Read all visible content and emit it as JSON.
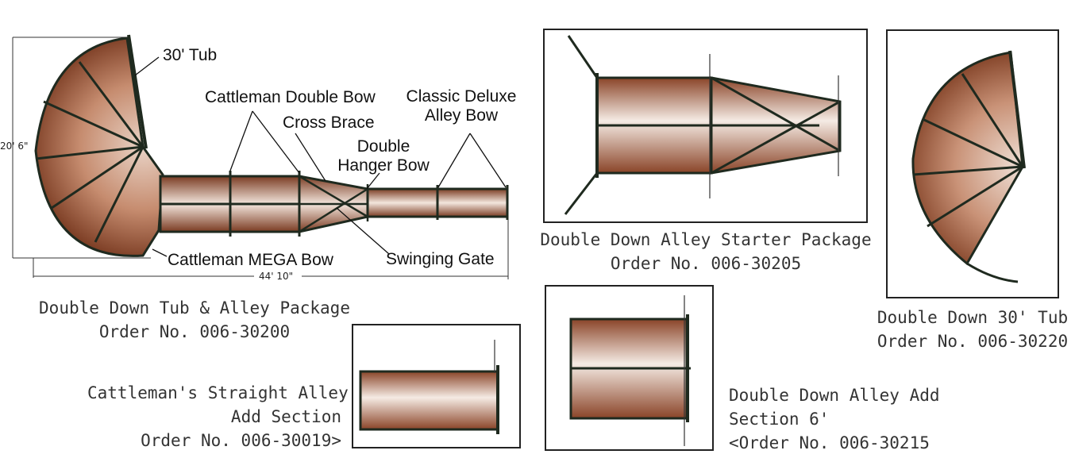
{
  "colors": {
    "frame": "#1f2a1f",
    "shade_dark": "#7a3b22",
    "shade_light": "#f3e6dd",
    "box_border": "#222222"
  },
  "main_diagram": {
    "dim_height": "20' 6\"",
    "dim_length": "44' 10\"",
    "callouts": {
      "tub": "30' Tub",
      "double_bow": "Cattleman Double Bow",
      "cross_brace": "Cross Brace",
      "hanger_bow_1": "Double",
      "hanger_bow_2": "Hanger Bow",
      "alley_bow_1": "Classic Deluxe",
      "alley_bow_2": "Alley Bow",
      "mega_bow": "Cattleman MEGA Bow",
      "gate": "Swinging Gate"
    }
  },
  "products": [
    {
      "name": "Double Down Tub & Alley Package",
      "order": "Order No. 006-30200"
    },
    {
      "name": "Double Down Alley Starter Package",
      "order": "Order No. 006-30205"
    },
    {
      "name": "Double Down 30' Tub",
      "order": "Order No. 006-30220"
    },
    {
      "name_1": "Cattleman's Straight Alley",
      "name_2": "Add Section",
      "order": "Order No. 006-30019>"
    },
    {
      "name_1": "Double Down Alley Add",
      "name_2": "Section 6'",
      "order": "<Order No. 006-30215"
    }
  ]
}
